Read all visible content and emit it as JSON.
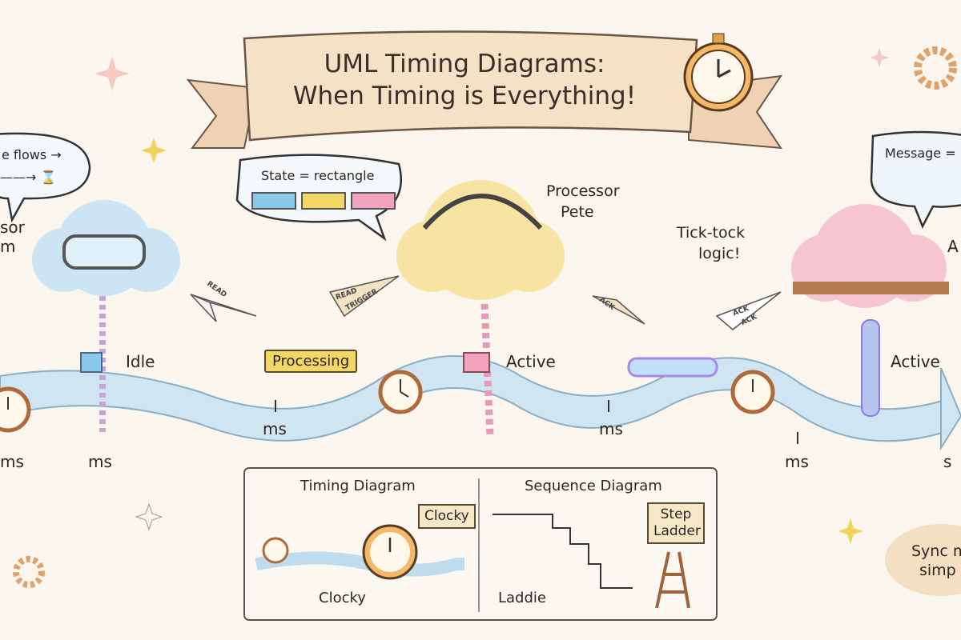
{
  "banner": {
    "title_line1": "UML Timing Diagrams:",
    "title_line2": "When Timing is Everything!"
  },
  "left_bubble": {
    "line1": "e flows →",
    "icon": "hourglass-icon"
  },
  "left_label": {
    "line1": "sor",
    "line2": "m"
  },
  "state_bubble": {
    "text": "State = rectangle",
    "swatch_colors": [
      "#8cc8ea",
      "#f3d766",
      "#f2a3bd"
    ]
  },
  "processor_label": {
    "line1": "Processor",
    "line2": "Pete"
  },
  "ticktock_label": {
    "line1": "Tick-tock",
    "line2": "logic!"
  },
  "right_bubble": {
    "text": "Message ="
  },
  "right_label": "A",
  "states": {
    "idle": "Idle",
    "processing": "Processing",
    "active1": "Active",
    "active2": "Active"
  },
  "state_colors": {
    "idle": "#8cc8ea",
    "processing": "#f3d766",
    "active": "#f2a3bd"
  },
  "planes": {
    "p1": "READ",
    "p2a": "READ",
    "p2b": "TRIGGER",
    "p3": "ACK",
    "p4a": "ACK",
    "p4b": "ACK"
  },
  "time_labels": [
    "ms",
    "ms",
    "ms",
    "ms",
    "ms",
    "s"
  ],
  "comparison": {
    "left_title": "Timing Diagram",
    "left_sign": "Clocky",
    "left_caption": "Clocky",
    "right_title": "Sequence Diagram",
    "right_sign": "Step Ladder",
    "right_caption": "Laddie"
  },
  "corner_note": {
    "line1": "Sync m",
    "line2": "simp"
  }
}
